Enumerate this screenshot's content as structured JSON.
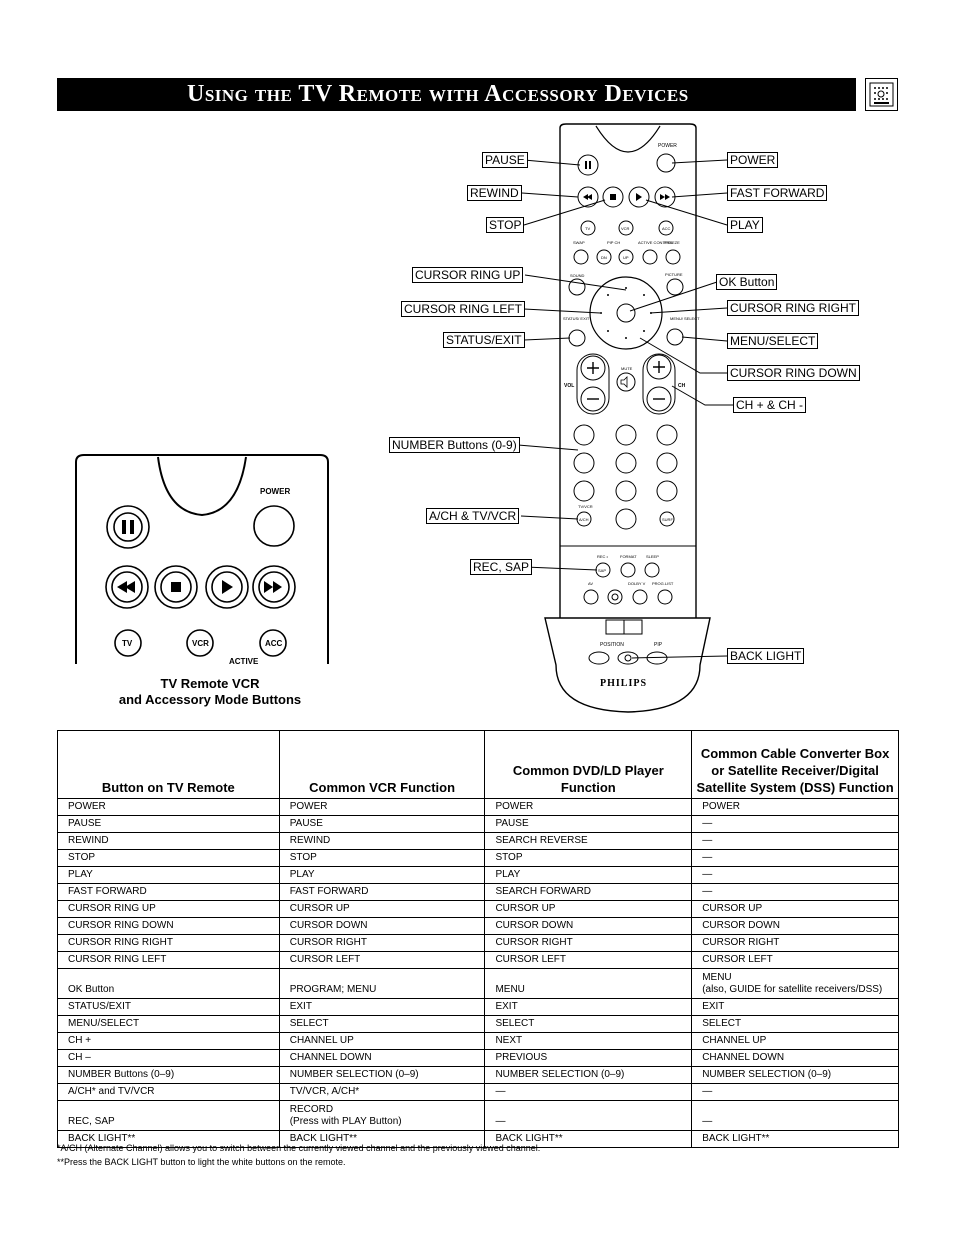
{
  "header": {
    "title": "Using the TV Remote with Accessory Devices"
  },
  "callouts": {
    "pause": "PAUSE",
    "rewind": "REWIND",
    "stop": "STOP",
    "power": "POWER",
    "fast_forward": "FAST FORWARD",
    "play": "PLAY",
    "cursor_ring_up": "CURSOR RING UP",
    "cursor_ring_left": "CURSOR RING LEFT",
    "status_exit": "STATUS/EXIT",
    "ok_button": "OK Button",
    "cursor_ring_right": "CURSOR RING RIGHT",
    "menu_select": "MENU/SELECT",
    "cursor_ring_down": "CURSOR RING DOWN",
    "ch_plus_minus": "CH + & CH -",
    "number_buttons": "NUMBER Buttons (0-9)",
    "ach_tvvcr": "A/CH & TV/VCR",
    "rec_sap": "REC, SAP",
    "back_light": "BACK LIGHT"
  },
  "remote_labels": {
    "power": "POWER",
    "swap": "SWAP",
    "pip_ch": "PIP CH",
    "active_control": "ACTIVE CONTROL",
    "freeze": "FREEZE",
    "dn": "DN",
    "up": "UP",
    "sound": "SOUND",
    "picture": "PICTURE",
    "status_exit": "STATUS/ EXIT",
    "menu_select": "MENU/ SELECT",
    "mute": "MUTE",
    "vol": "VOL",
    "ch": "CH",
    "tv": "TV",
    "vcr": "VCR",
    "acc": "ACC",
    "tvvcr": "TV/VCR",
    "ach": "A/CH",
    "surf": "SURF",
    "rec": "REC •",
    "format": "FORMAT",
    "sleep": "SLEEP",
    "sap": "SAP",
    "av": "AV",
    "dolby_v": "DOLBY V",
    "prog_list": "PROG.LIST",
    "position": "POSITION",
    "pip": "PIP",
    "brand": "PHILIPS"
  },
  "inset": {
    "power": "POWER",
    "tv": "TV",
    "vcr": "VCR",
    "acc": "ACC",
    "active": "ACTIVE",
    "caption_line1": "TV Remote VCR",
    "caption_line2": "and Accessory Mode Buttons"
  },
  "table": {
    "headers": [
      "Button on TV Remote",
      "Common VCR Function",
      "Common DVD/LD Player Function",
      "Common Cable Converter Box or Satellite Receiver/Digital Satellite System (DSS) Function"
    ],
    "rows": [
      [
        "POWER",
        "POWER",
        "POWER",
        "POWER"
      ],
      [
        "PAUSE",
        "PAUSE",
        "PAUSE",
        "—"
      ],
      [
        "REWIND",
        "REWIND",
        "SEARCH REVERSE",
        "—"
      ],
      [
        "STOP",
        "STOP",
        "STOP",
        "—"
      ],
      [
        "PLAY",
        "PLAY",
        "PLAY",
        "—"
      ],
      [
        "FAST FORWARD",
        "FAST FORWARD",
        "SEARCH FORWARD",
        "—"
      ],
      [
        "CURSOR RING UP",
        "CURSOR UP",
        "CURSOR UP",
        "CURSOR UP"
      ],
      [
        "CURSOR RING DOWN",
        "CURSOR DOWN",
        "CURSOR DOWN",
        "CURSOR DOWN"
      ],
      [
        "CURSOR RING RIGHT",
        "CURSOR RIGHT",
        "CURSOR RIGHT",
        "CURSOR RIGHT"
      ],
      [
        "CURSOR RING LEFT",
        "CURSOR LEFT",
        "CURSOR LEFT",
        "CURSOR LEFT"
      ],
      [
        "OK Button",
        "PROGRAM; MENU",
        "MENU",
        "MENU\n(also, GUIDE for satellite receivers/DSS)"
      ],
      [
        "STATUS/EXIT",
        "EXIT",
        "EXIT",
        "EXIT"
      ],
      [
        "MENU/SELECT",
        "SELECT",
        "SELECT",
        "SELECT"
      ],
      [
        "CH +",
        "CHANNEL UP",
        "NEXT",
        "CHANNEL UP"
      ],
      [
        "CH –",
        "CHANNEL DOWN",
        "PREVIOUS",
        "CHANNEL DOWN"
      ],
      [
        "NUMBER Buttons (0–9)",
        "NUMBER SELECTION (0–9)",
        "NUMBER SELECTION (0–9)",
        "NUMBER SELECTION (0–9)"
      ],
      [
        "A/CH* and TV/VCR",
        "TV/VCR, A/CH*",
        "—",
        "—"
      ],
      [
        "REC, SAP",
        "RECORD\n(Press with PLAY Button)",
        "—",
        "—"
      ],
      [
        "BACK LIGHT**",
        "BACK LIGHT**",
        "BACK LIGHT**",
        "BACK LIGHT**"
      ]
    ]
  },
  "footnotes": {
    "ach": "*A/CH (Alternate Channel) allows you to switch between the currently viewed channel and the previously viewed channel.",
    "backlight": "**Press the BACK LIGHT button to light the white buttons on the remote."
  }
}
